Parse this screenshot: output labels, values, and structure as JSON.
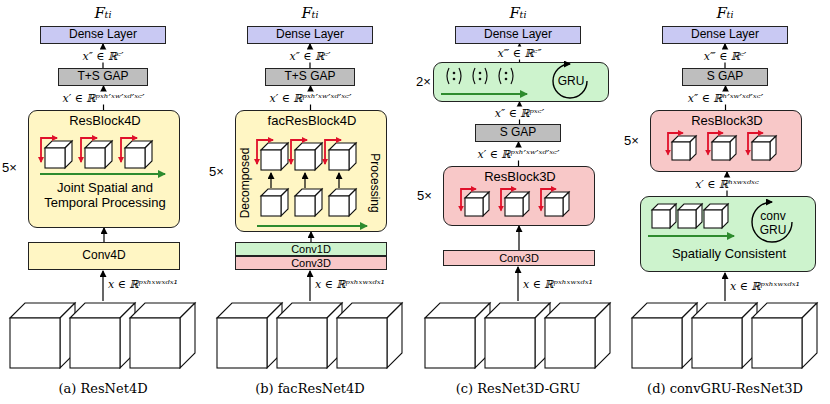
{
  "diagram": {
    "nodes": [
      {
        "text": [
          "Dense Layer"
        ]
      },
      {
        "text": [
          "T+S GAP"
        ]
      },
      {
        "text": [
          "ResBlock4D",
          "Joint Spatial and Temporal Processing"
        ]
      },
      {
        "text": [
          "Conv4D"
        ]
      },
      {
        "text": [
          "Dense Layer"
        ]
      },
      {
        "text": [
          "T+S GAP"
        ]
      },
      {
        "text": [
          "facResBlock4D",
          "Decomposed",
          "Processing"
        ]
      },
      {
        "text": [
          "Conv1D"
        ]
      },
      {
        "text": [
          "Conv3D"
        ]
      },
      {
        "text": [
          "Dense Layer"
        ]
      },
      {
        "text": [
          "GRU"
        ]
      },
      {
        "text": [
          "S GAP"
        ]
      },
      {
        "text": [
          "ResBlock3D"
        ]
      },
      {
        "text": [
          "Conv3D"
        ]
      },
      {
        "text": [
          "Dense Layer"
        ]
      },
      {
        "text": [
          "S GAP"
        ]
      },
      {
        "text": [
          "ResBlock3D"
        ]
      },
      {
        "text": [
          "conv GRU",
          "Spatially Consistent"
        ]
      }
    ],
    "edges": [
      {
        "from": 3,
        "to": 2,
        "arrow": "to"
      },
      {
        "from": 2,
        "to": 1,
        "label": "x′ ∈ ℝᵖˣʰ′ˣʷ′ˣᵈ′ˣᶜ′",
        "arrow": "to"
      },
      {
        "from": 1,
        "to": 0,
        "label": "x″ ∈ ℝᶜ′",
        "arrow": "to"
      },
      {
        "from": 7,
        "to": 6,
        "arrow": "to"
      },
      {
        "from": 6,
        "to": 5,
        "label": "x′ ∈ ℝᵖˣʰ′ˣʷ′ˣᵈ′ˣᶜ′",
        "arrow": "to"
      },
      {
        "from": 5,
        "to": 4,
        "label": "x″ ∈ ℝᶜ′",
        "arrow": "to"
      },
      {
        "from": 13,
        "to": 12,
        "arrow": "to"
      },
      {
        "from": 12,
        "to": 11,
        "label": "x′ ∈ ℝᵖˣʰ′ˣʷ′ˣᵈ′ˣᶜ′",
        "arrow": "to"
      },
      {
        "from": 11,
        "to": 10,
        "label": "x″ ∈ ℝᵖˣᶜ′",
        "arrow": "to"
      },
      {
        "from": 10,
        "to": 9,
        "label": "x‴ ∈ ℝᶜ″",
        "arrow": "to"
      },
      {
        "from": 17,
        "to": 16,
        "label": "x′ ∈ ℝʰˣʷˣᵈˣᶜ",
        "arrow": "to"
      },
      {
        "from": 16,
        "to": 15,
        "label": "x″ ∈ ℝʰ′ˣʷ′ˣᵈ′ˣᶜ′",
        "arrow": "to"
      },
      {
        "from": 15,
        "to": 14,
        "label": "x‴ ∈ ℝᶜ′",
        "arrow": "to"
      }
    ],
    "labels": [
      "Fₜᵢ",
      "Fₜᵢ",
      "Fₜᵢ",
      "Fₜᵢ",
      "5×",
      "5×",
      "2×",
      "5×",
      "5×",
      "x ∈ ℝᵖˣʰˣʷˣᵈˣ¹",
      "x ∈ ℝᵖˣʰˣʷˣᵈˣ¹",
      "x ∈ ℝᵖˣʰˣʷˣᵈˣ¹",
      "x ∈ ℝᵖˣʰˣʷˣᵈˣ¹",
      "(a) ResNet4D",
      "(b) facResNet4D",
      "(c) ResNet3D-GRU",
      "(d) convGRU-ResNet3D"
    ]
  }
}
